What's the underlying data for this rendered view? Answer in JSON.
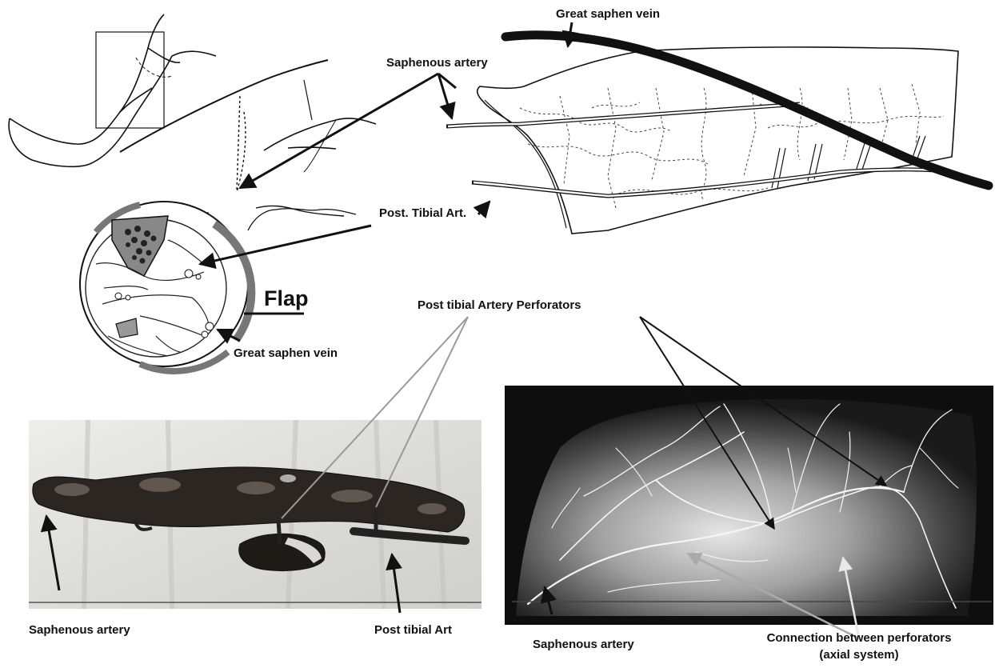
{
  "labels": {
    "great_saphen_vein_top": "Great saphen vein",
    "saphenous_artery_top": "Saphenous artery",
    "post_tibial_art_top": "Post. Tibial Art.",
    "flap": "Flap",
    "great_saphen_vein_section": "Great saphen vein",
    "perforators": "Post tibial Artery Perforators",
    "saphenous_artery_photo": "Saphenous artery",
    "post_tibial_art_photo": "Post tibial Art",
    "saphenous_artery_angio": "Saphenous artery",
    "connection_line1": "Connection between perforators",
    "connection_line2": "(axial system)"
  },
  "colors": {
    "ink": "#111111",
    "grey_pointer": "#9a9a9a",
    "white_pointer": "#e8e8e8",
    "angio_bg": "#0e0e0e",
    "photo_bg": "#e4e4e2"
  }
}
